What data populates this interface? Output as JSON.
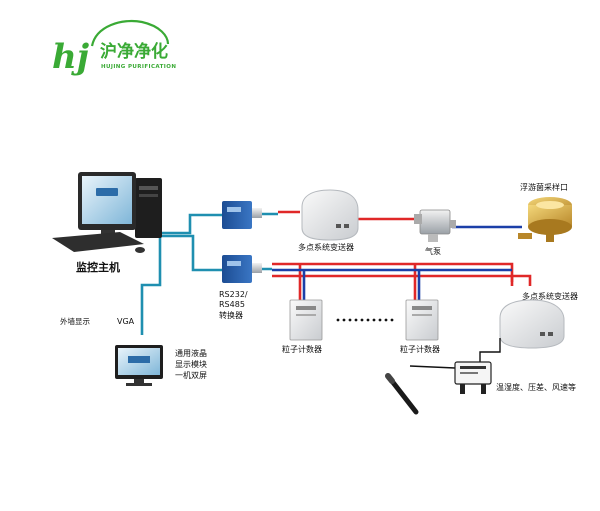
{
  "logo": {
    "mark": "hj",
    "name_cn": "沪净净化",
    "name_en": "HUJING PURIFICATION"
  },
  "labels": {
    "host": "监控主机",
    "vga": "VGA",
    "external_display": "外墙显示",
    "lcd_line1": "通用液晶",
    "lcd_line2": "显示模块",
    "lcd_line3": "一机双屏",
    "converter_line1": "RS232/",
    "converter_line2": "RS485",
    "converter_line3": "转换器",
    "transmitter_top": "多点系统变送器",
    "transmitter_right": "多点系统变送器",
    "pump": "气泵",
    "sampler": "浮游菌采样口",
    "counter_left": "粒子计数器",
    "counter_right": "粒子计数器",
    "sensors": "温湿度、压差、风速等"
  },
  "colors": {
    "network": "#1f8fb0",
    "signal_red": "#e02828",
    "signal_blue": "#1b3fa8",
    "logo_green": "#3aaa35",
    "device_blue": "#2b5fae"
  }
}
